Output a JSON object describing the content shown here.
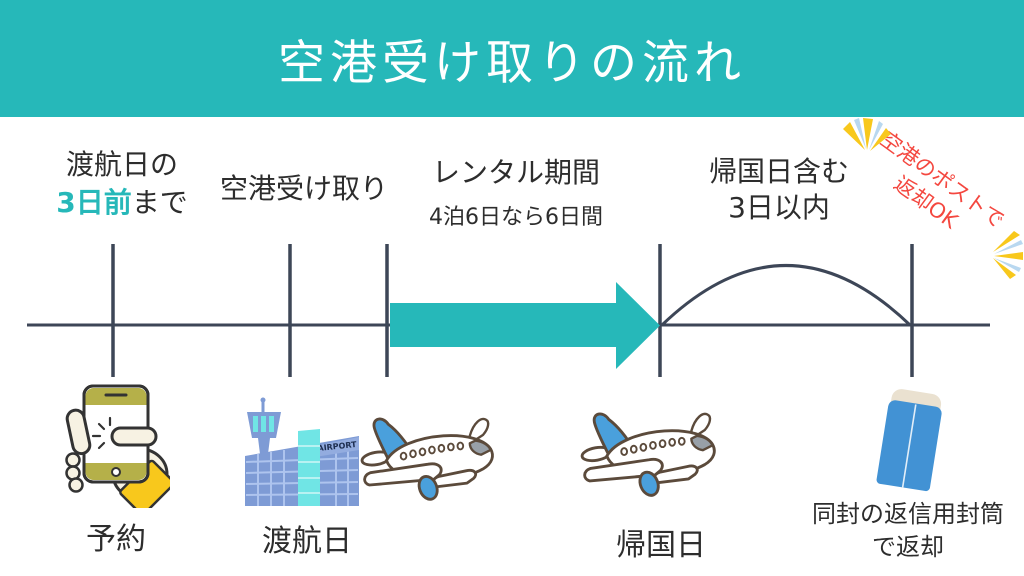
{
  "header": {
    "title": "空港受け取りの流れ"
  },
  "timeline": {
    "before": {
      "line1": "渡航日の",
      "accent": "3日前",
      "suffix": "まで"
    },
    "pickup": "空港受け取り",
    "rental": {
      "title": "レンタル期間",
      "subtitle": "4泊6日なら6日間"
    },
    "return_window": {
      "line1": "帰国日含む",
      "line2": "3日以内"
    },
    "note": {
      "line1": "空港のポストで",
      "line2": "返却OK"
    }
  },
  "steps": {
    "reserve": "予約",
    "departure": "渡航日",
    "return_day": "帰国日",
    "envelope": {
      "line1": "同封の返信用封筒",
      "line2": "で返却"
    }
  },
  "icons": {
    "airport_sign": "AIRPORT",
    "names": [
      "smartphone-in-hand-icon",
      "airport-building-icon",
      "airplane-icon",
      "airplane-icon",
      "envelope-icon",
      "sparkle-burst-icon",
      "sparkle-burst-icon"
    ]
  },
  "colors": {
    "teal": "#26b8b9",
    "dark_text": "#2d2d2d",
    "line": "#3d4657",
    "note_red": "#f4473f",
    "sparkle_yellow": "#f8c81c",
    "sparkle_blue": "#b9d8f0",
    "envelope_blue": "#4292d4",
    "plane_blue": "#4aa0dc",
    "plane_outline": "#5b4a3b",
    "building_blue": "#7e9bd5",
    "building_cyan": "#70e5e5",
    "phone_olive": "#b5b049",
    "hand_cream": "#f7f2e3"
  }
}
